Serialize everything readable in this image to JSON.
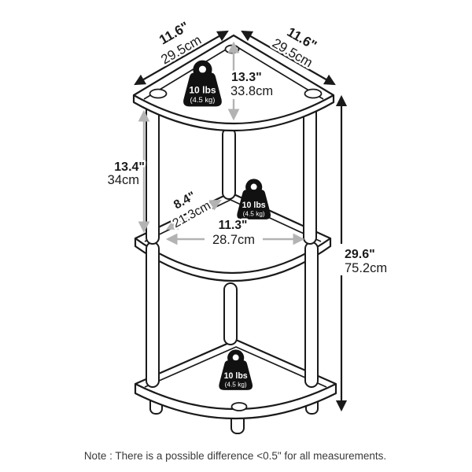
{
  "dimensions": {
    "top_edge_left": {
      "in": "11.6\"",
      "cm": "29.5cm"
    },
    "top_edge_right": {
      "in": "11.6\"",
      "cm": "29.5cm"
    },
    "top_diagonal": {
      "in": "13.3\"",
      "cm": "33.8cm"
    },
    "tier_height": {
      "in": "13.4\"",
      "cm": "34cm"
    },
    "shelf_diagonal": {
      "in": "8.4\"",
      "cm": "21.3cm"
    },
    "shelf_width": {
      "in": "11.3\"",
      "cm": "28.7cm"
    },
    "total_height": {
      "in": "29.6\"",
      "cm": "75.2cm"
    }
  },
  "weights": [
    {
      "lbs": "10 lbs",
      "kg": "(4.5 kg)"
    },
    {
      "lbs": "10 lbs",
      "kg": "(4.5 kg)"
    },
    {
      "lbs": "10 lbs",
      "kg": "(4.5 kg)"
    }
  ],
  "note": "Note : There is a possible difference <0.5\" for all measurements.",
  "colors": {
    "line": "#1a1a1a",
    "dimension_gray": "#b3b3b3",
    "weight_black": "#111111",
    "note_text": "#3a3a3a",
    "background": "#ffffff"
  }
}
